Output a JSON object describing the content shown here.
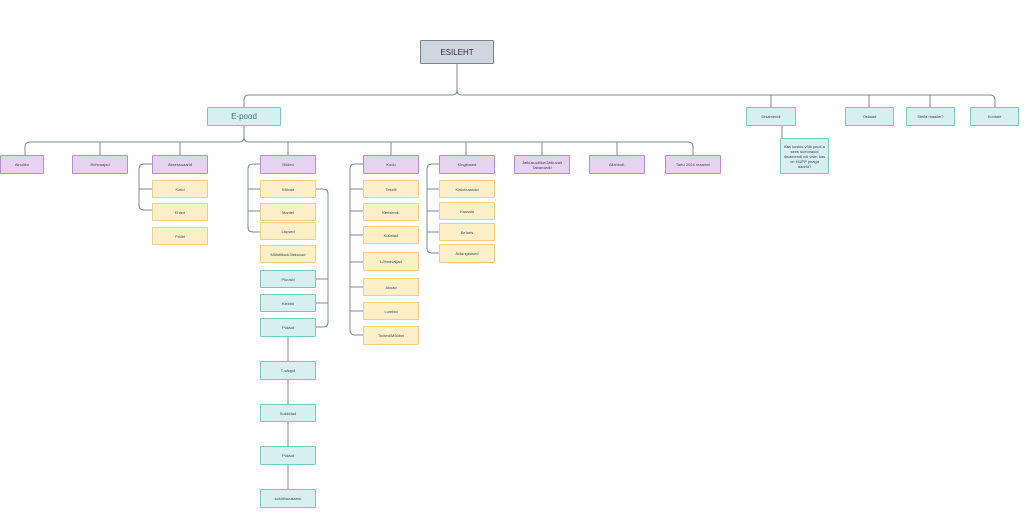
{
  "root": "ESILEHT",
  "epood": "E-pood",
  "top_menu": {
    "disamendi": "Disamendi",
    "ostjad": "Ostlaad",
    "stella": "Stella maailm?",
    "kontakt": "Kontakt"
  },
  "disamendi_note": "Kas kuskiu võib peok a sees summalud disamendi või vale, kas on HUPP peaga aadrid?",
  "categories": {
    "ainult": "Ainultko",
    "rehvid": "Rehvaajad",
    "aksessuaarid": "Aksessuaarid",
    "riided": "Riided",
    "kodu": "Kodu",
    "kingitused": "Kingitused",
    "jatkusuutlik": "Jatkusuutlike/Jätkuvalt Tabandatki",
    "allahindlus": "Allahindl.",
    "tartu": "Tartu 2024 maamei"
  },
  "aksessuaarid_items": [
    "Kotid",
    "Ehted",
    "Prillid"
  ],
  "riided_items": [
    "Rõivad",
    "Mantel",
    "Lapsed",
    "Mõistlikud/Jätkuvad"
  ],
  "riided_teal": [
    "Pluusid",
    "Kleidid",
    "Püksid"
  ],
  "riided_chain": [
    "T-särgid",
    "Sokkidad",
    "Püksid",
    "sokid/suusamu"
  ],
  "kodu_items": [
    "Tekstil",
    "Kerisemk.",
    "Küünlad",
    "Lõhnavaljad",
    "Aksad",
    "Lumbid",
    "Tooted/Mööbel"
  ],
  "kingitused_items": [
    "Kinkekaardid",
    "Kaussis",
    "Belaris",
    "Ärikingitused"
  ]
}
